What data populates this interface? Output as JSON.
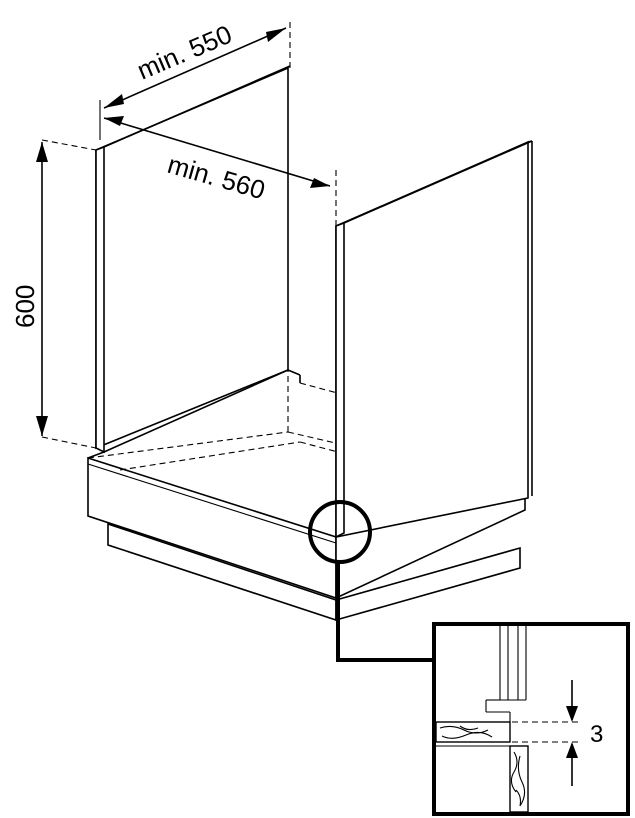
{
  "dimensions": {
    "depth_label": "min. 550",
    "width_label": "min. 560",
    "height_label": "600",
    "gap_label": "3"
  },
  "colors": {
    "line": "#000000",
    "background": "#ffffff"
  }
}
